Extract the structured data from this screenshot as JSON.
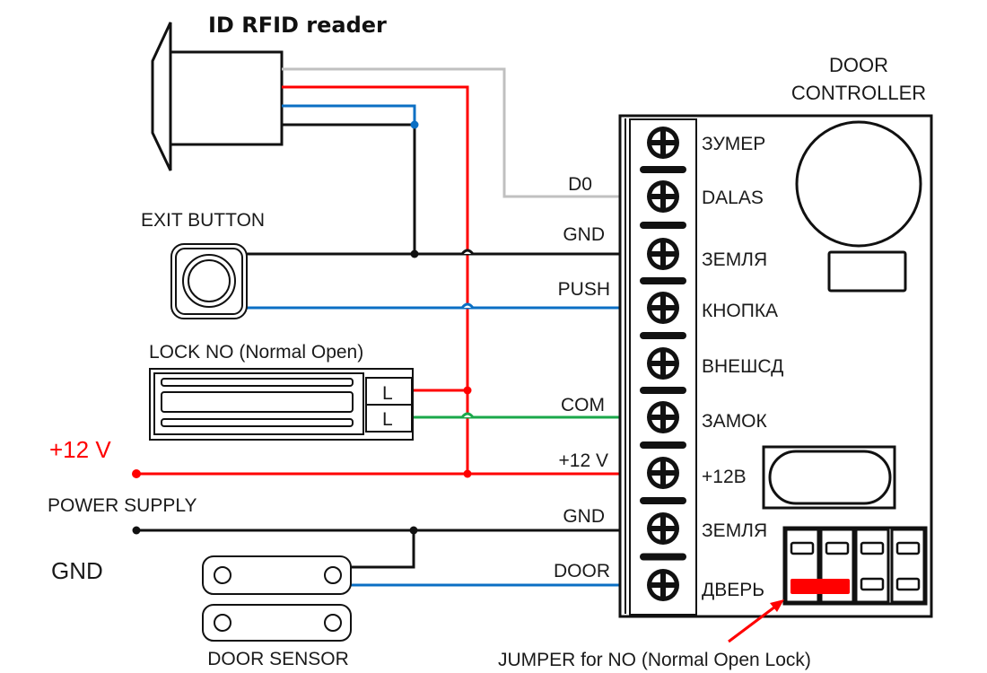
{
  "title": "ID RFID reader",
  "controller": {
    "title_line1": "DOOR",
    "title_line2": "CONTROLLER",
    "terminals": [
      {
        "label": "ЗУМЕР"
      },
      {
        "label": "DALAS"
      },
      {
        "label": "ЗЕМЛЯ"
      },
      {
        "label": "КНОПКА"
      },
      {
        "label": "ВНЕШСД"
      },
      {
        "label": "ЗАМОК"
      },
      {
        "label": "+12В"
      },
      {
        "label": "ЗЕМЛЯ"
      },
      {
        "label": "ДВЕРЬ"
      }
    ]
  },
  "wire_labels": {
    "d0": "D0",
    "gnd_top": "GND",
    "push": "PUSH",
    "com": "COM",
    "plus12": "+12 V",
    "gnd_bottom": "GND",
    "door": "DOOR"
  },
  "components": {
    "exit_button": "EXIT BUTTON",
    "lock": "LOCK  NO (Normal Open)",
    "lock_terminal_1": "L",
    "lock_terminal_2": "L",
    "power_plus": "+12 V",
    "power_supply": "POWER SUPPLY",
    "power_gnd": "GND",
    "door_sensor": "DOOR SENSOR"
  },
  "jumper_note": "JUMPER  for NO (Normal Open Lock)",
  "colors": {
    "red": "#ff0000",
    "blue": "#0b6fc4",
    "green": "#1aa84a",
    "gray": "#c0c0c0",
    "black": "#111111"
  }
}
